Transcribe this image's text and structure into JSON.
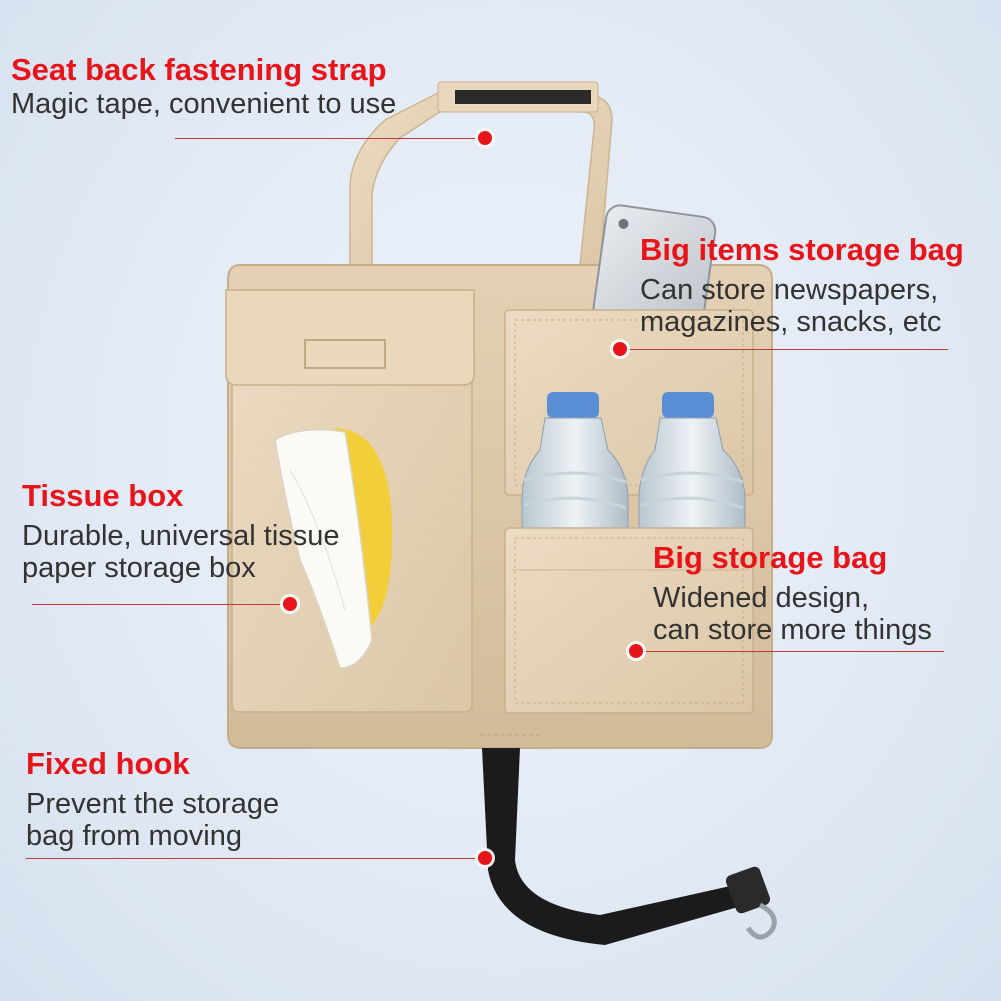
{
  "callouts": {
    "strap": {
      "title": "Seat back fastening strap",
      "lines": [
        "Magic tape, convenient to use"
      ]
    },
    "big_items": {
      "title": "Big items storage bag",
      "lines": [
        "Can store newspapers,",
        "magazines, snacks, etc"
      ]
    },
    "tissue": {
      "title": "Tissue box",
      "lines": [
        "Durable, universal tissue",
        "paper storage box"
      ]
    },
    "big_storage": {
      "title": "Big storage bag",
      "lines": [
        "Widened design,",
        "can store more things"
      ]
    },
    "hook": {
      "title": "Fixed hook",
      "lines": [
        "Prevent the storage",
        "bag from moving"
      ]
    }
  },
  "colors": {
    "title_red": "#e8141a",
    "felt_beige": "#e6d3b8",
    "strap_black": "#1b1b1b"
  }
}
